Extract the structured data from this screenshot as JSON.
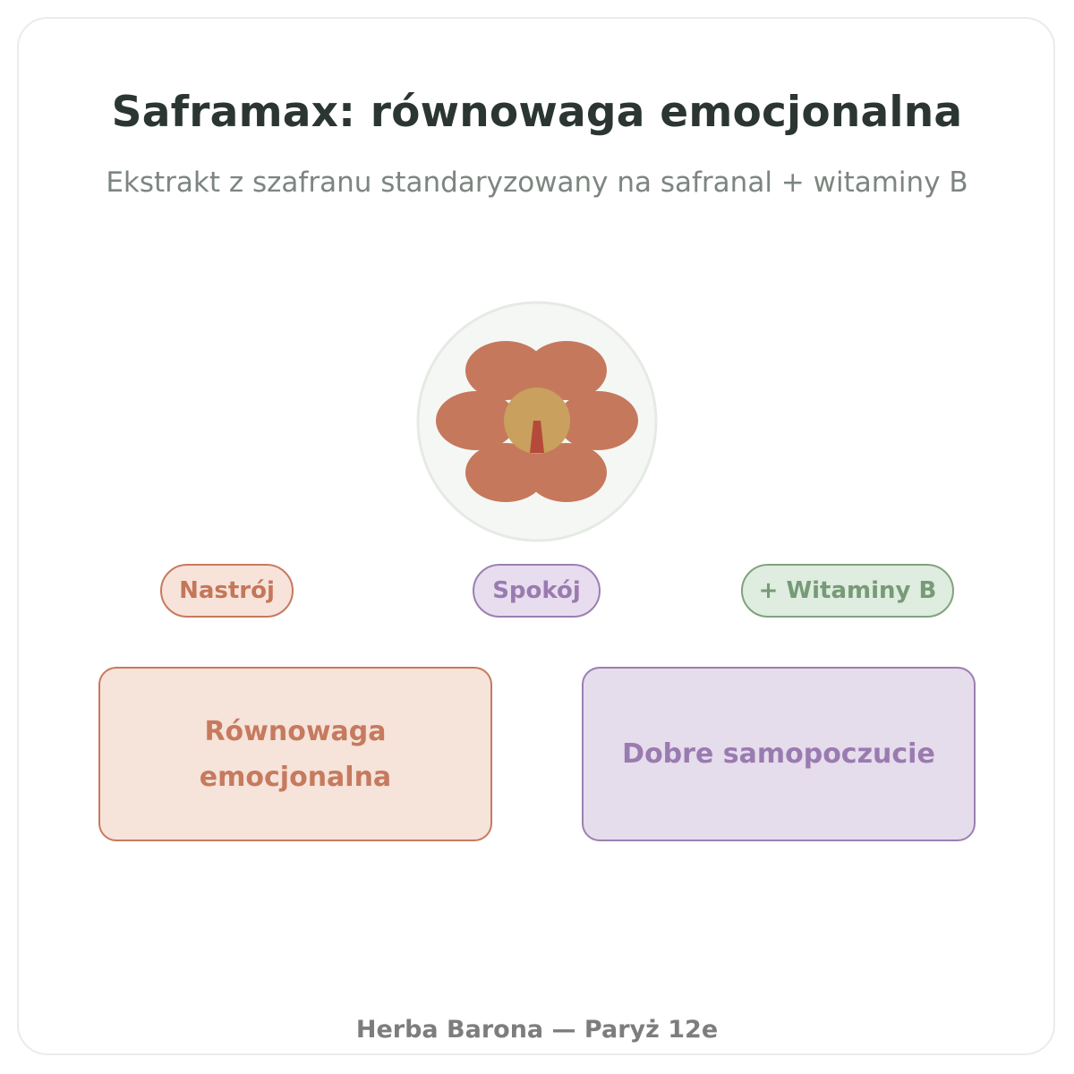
{
  "header": {
    "title": "Saframax: równowaga emocjonalna",
    "subtitle": "Ekstrakt z szafranu standaryzowany na safranal + witaminy B"
  },
  "emblem": {
    "icon": "saffron-flower-icon",
    "colors": {
      "background": "#f5f7f4",
      "border": "#e6eae4",
      "petal": "#c6785c",
      "center": "#c9a05e",
      "stigma": "#b54a3a"
    }
  },
  "pills": {
    "mood": "Nastrój",
    "calm": "Spokój",
    "vitamins": "+ Witaminy B"
  },
  "boxes": {
    "balance": "Równowaga emocjonalna",
    "wellbeing": "Dobre samopoczucie"
  },
  "footer": {
    "text": "Herba Barona — Paryż 12e"
  },
  "colors": {
    "mood": "#c67a5e",
    "calm": "#9c7fb1",
    "vitamins": "#7fa37f",
    "title": "#2b3633"
  }
}
